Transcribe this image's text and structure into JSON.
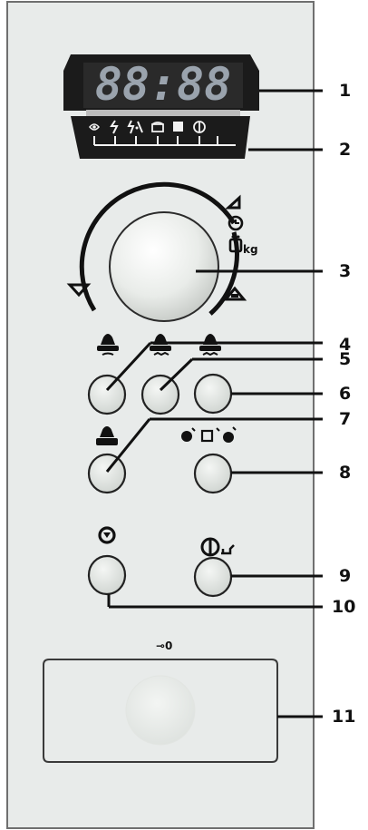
{
  "display": {
    "digits": "88:88"
  },
  "door": {
    "lock_label": "⊸0"
  },
  "callouts": [
    "1",
    "2",
    "3",
    "4",
    "5",
    "6",
    "7",
    "8",
    "9",
    "10",
    "11"
  ],
  "colors": {
    "panel": "#e8ebea",
    "display": "#1b1b1b",
    "button": "#dde2de",
    "ink": "#111111"
  }
}
